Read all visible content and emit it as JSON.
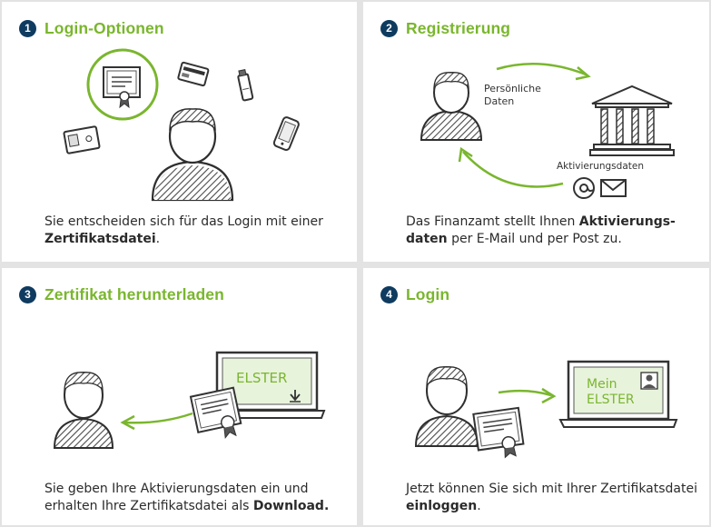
{
  "panels": [
    {
      "number": "1",
      "title": "Login-Optionen",
      "caption_normal": "Sie entscheiden sich für das Login mit einer",
      "caption_bold": "Zertifikatsdatei",
      "caption_tail": "."
    },
    {
      "number": "2",
      "title": "Registrierung",
      "label_personal": [
        "Persönliche",
        "Daten"
      ],
      "label_activation": "Aktivierungsdaten",
      "caption_normal": "Das Finanzamt stellt Ihnen",
      "caption_bold": "Aktivierungs-daten",
      "caption_tail": "per E-Mail und per Post zu."
    },
    {
      "number": "3",
      "title": "Zertifikat herunterladen",
      "screen_text": "ELSTER",
      "caption_normal": "Sie geben Ihre Aktivierungsdaten ein und erhalten Ihre Zertifikatsdatei als",
      "caption_bold": "Download."
    },
    {
      "number": "4",
      "title": "Login",
      "screen_text": [
        "Mein",
        "ELSTER"
      ],
      "caption_normal": "Jetzt können Sie sich mit Ihrer Zertifikatsdatei",
      "caption_bold": "einloggen",
      "caption_tail": "."
    }
  ]
}
